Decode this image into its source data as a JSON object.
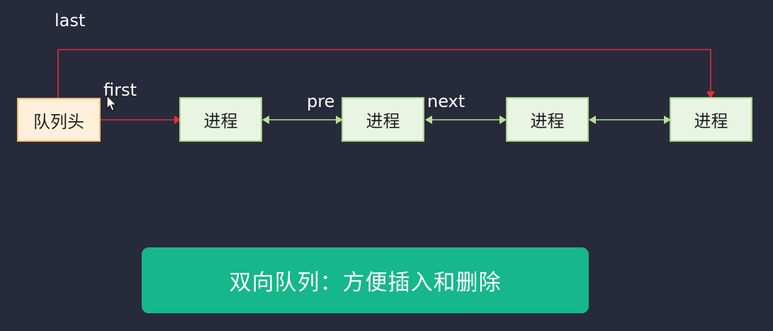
{
  "labels": {
    "last": "last",
    "first": "first",
    "pre": "pre",
    "next": "next"
  },
  "nodes": {
    "head": "队列头",
    "processes": [
      "进程",
      "进程",
      "进程",
      "进程"
    ]
  },
  "banner": "双向队列：方便插入和删除",
  "colors": {
    "background": "#272a3b",
    "pointer_arrow": "#e0303a",
    "link_arrow": "#b6e295",
    "head_fill": "#fef0da",
    "head_border": "#f2bd72",
    "process_fill": "#e9f4e2",
    "process_border": "#a8d48d",
    "banner": "#16b78a"
  },
  "icons": [
    "mouse-cursor-icon"
  ]
}
